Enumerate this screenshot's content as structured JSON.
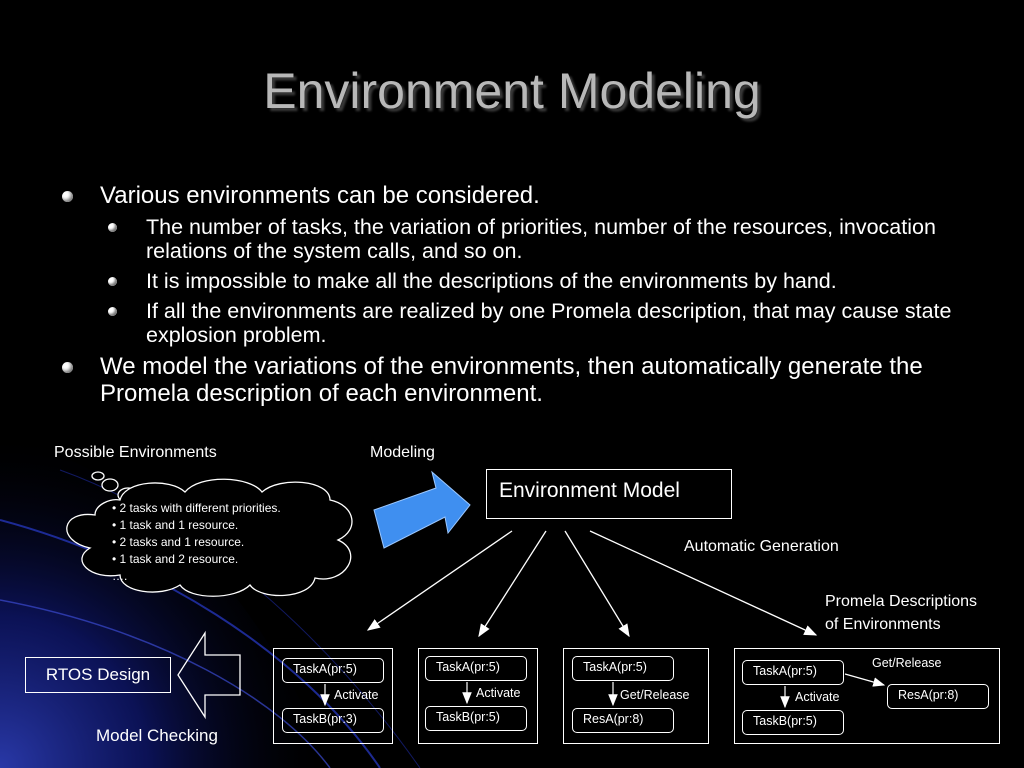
{
  "slide": {
    "title": "Environment Modeling",
    "bullets": [
      {
        "text": "Various environments can be considered.",
        "sub": [
          "The number of tasks, the variation of priorities, number of the resources, invocation relations of the system calls, and so on.",
          "It is impossible to make all the descriptions of the environments by hand.",
          "If all the environments are realized by one Promela description, that may cause state explosion problem."
        ]
      },
      {
        "text": "We model the variations of the environments, then automatically generate the Promela description of each environment.",
        "sub": []
      }
    ]
  },
  "diagram": {
    "possible_environments_label": "Possible Environments",
    "modeling_label": "Modeling",
    "environment_model_label": "Environment Model",
    "automatic_generation_label": "Automatic Generation",
    "promela_descriptions_label": "Promela Descriptions\nof Environments",
    "cloud_items": [
      "• 2 tasks with different priorities.",
      "• 1 task and 1 resource.",
      "• 2 tasks and 1 resource.",
      "• 1 task and 2 resource.",
      "…."
    ],
    "rtos_design_label": "RTOS Design",
    "model_checking_label": "Model Checking",
    "env_boxes": [
      {
        "top": "TaskA(pr:5)",
        "edge": "Activate",
        "bottom": "TaskB(pr:3)"
      },
      {
        "top": "TaskA(pr:5)",
        "edge": "Activate",
        "bottom": "TaskB(pr:5)"
      },
      {
        "top": "TaskA(pr:5)",
        "edge": "Get/Release",
        "bottom": "ResA(pr:8)"
      },
      {
        "top": "TaskA(pr:5)",
        "edge": "Activate",
        "bottom": "TaskB(pr:5)",
        "side_edge": "Get/Release",
        "side": "ResA(pr:8)"
      }
    ]
  },
  "colors": {
    "background": "#000000",
    "title": "#b8b8b8",
    "arrow_blue": "#3f8ff0",
    "swoosh_blue": "#1a2a8a"
  }
}
